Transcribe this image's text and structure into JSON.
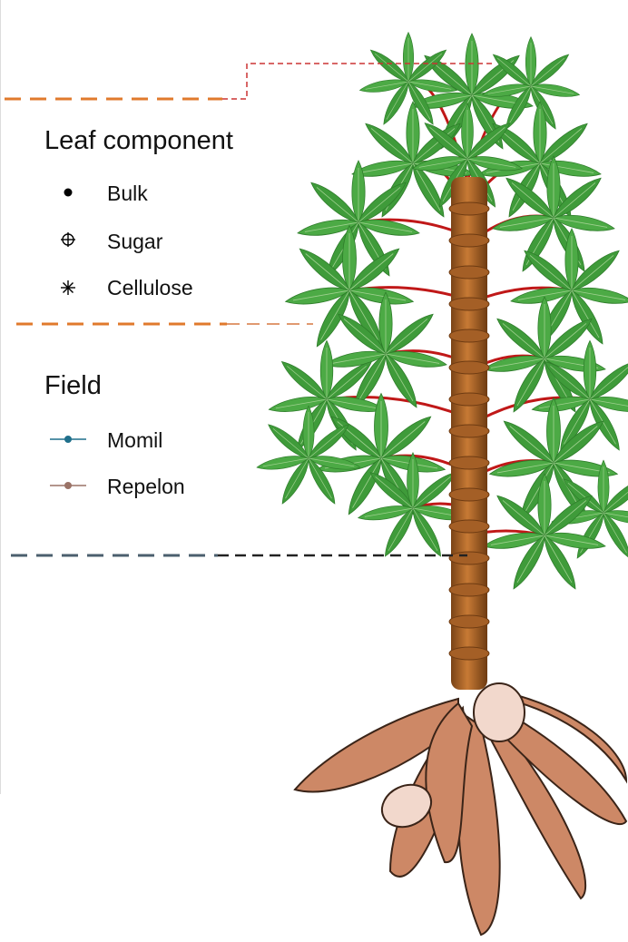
{
  "legend": {
    "leaf_title": "Leaf component",
    "leaf_items": [
      {
        "label": "Bulk",
        "icon": "filled-circle-icon"
      },
      {
        "label": "Sugar",
        "icon": "circle-cross-icon"
      },
      {
        "label": "Cellulose",
        "icon": "asterisk-icon"
      }
    ],
    "field_title": "Field",
    "field_items": [
      {
        "label": "Momil",
        "icon": "line-dot-icon",
        "color": "#1f6f8b"
      },
      {
        "label": "Repelon",
        "icon": "line-dot-icon",
        "color": "#9a7266"
      }
    ]
  },
  "colors": {
    "leaf_green": "#3f9b3a",
    "leaf_dark": "#2e7d2a",
    "stem_brown": "#b0692e",
    "petiole_red": "#c01818",
    "root_tan": "#cd8866",
    "root_cut": "#f2d8cc",
    "orange_dash": "#e07a2c",
    "red_dash": "#cc3333",
    "slate_dash": "#4b5f6e",
    "black_dash": "#222222"
  }
}
